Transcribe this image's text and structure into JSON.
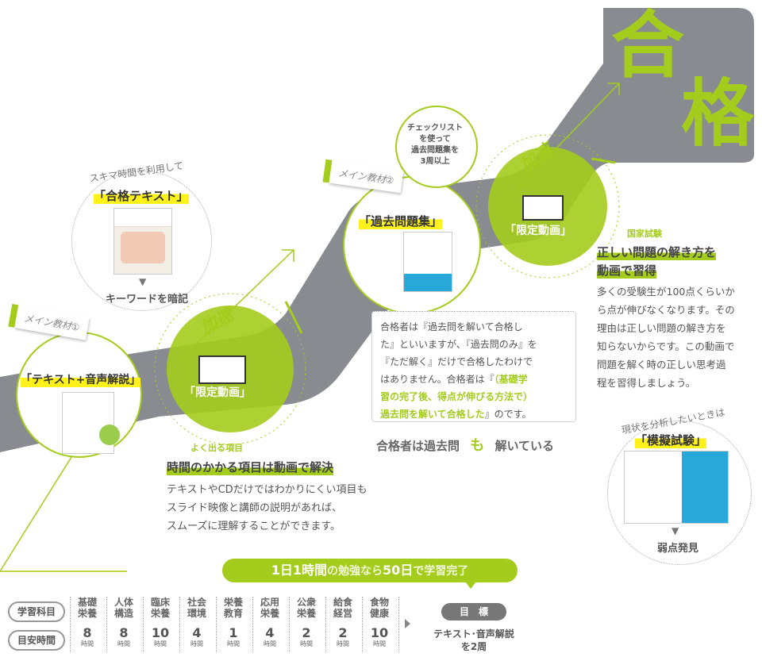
{
  "goal": {
    "kanji_1": "合",
    "kanji_2": "格"
  },
  "step1": {
    "tag": "メイン教材①",
    "label": "「テキスト+音声解説」"
  },
  "step2": {
    "top_text": "スキマ時間を利用して",
    "label": "「合格テキスト」",
    "arrow": "▼",
    "caption": "キーワードを暗記"
  },
  "step3": {
    "tag": "メイン教材②",
    "label": "「過去問題集」",
    "bubble": [
      "チェックリスト",
      "を使って",
      "過去問題集を",
      "3周以上"
    ]
  },
  "accel_1": {
    "text": "加速",
    "video_label": "「限定動画」"
  },
  "accel_2": {
    "text": "加速",
    "video_label": "「限定動画」"
  },
  "frequent": {
    "kicker": "よく出る項目",
    "headline": "時間のかかる項目は動画で解決",
    "body": [
      "テキストやCDだけではわかりにくい項目も",
      "スライド映像と講師の説明があれば、",
      "スムーズに理解することができます。"
    ]
  },
  "pastq_box": {
    "lines": [
      "合格者は『過去問を解いて合格し",
      "た』といいますが、『過去問のみ』を",
      "『ただ解く』だけで合格したわけで",
      "はありません。合格者は『"
    ],
    "green_1": "（基礎学",
    "green_2": "習の完了後、得点が伸びる方法で）",
    "green_3": "過去問を解いて合格した",
    "tail": "』のです。",
    "caption_a": "合格者は過去問",
    "caption_b": "も",
    "caption_c": "解いている"
  },
  "national": {
    "kicker": "国家試験",
    "headline_1": "正しい問題の解き方を",
    "headline_2": "動画で習得",
    "body": [
      "多くの受験生が100点くらいか",
      "ら点が伸びなくなります。その",
      "理由は正しい問題の解き方を",
      "知らないからです。この動画で",
      "問題を解く時の正しい思考過",
      "程を習得しましょう。"
    ]
  },
  "mock": {
    "top_text": "現状を分析したいときは",
    "label": "「模擬試験」",
    "arrow": "▼",
    "caption": "弱点発見"
  },
  "banner": {
    "part1": "1日1時間",
    "part2": "の勉強なら",
    "part3": "50日",
    "part4": "で学習完了"
  },
  "schedule": {
    "subjects_label": "学習科目",
    "hours_label": "目安時間",
    "unit": "時間",
    "subjects": [
      {
        "l1": "基礎",
        "l2": "栄養",
        "hours": "8"
      },
      {
        "l1": "人体",
        "l2": "構造",
        "hours": "8"
      },
      {
        "l1": "臨床",
        "l2": "栄養",
        "hours": "10"
      },
      {
        "l1": "社会",
        "l2": "環境",
        "hours": "4"
      },
      {
        "l1": "栄養",
        "l2": "教育",
        "hours": "1"
      },
      {
        "l1": "応用",
        "l2": "栄養",
        "hours": "4"
      },
      {
        "l1": "公衆",
        "l2": "栄養",
        "hours": "2"
      },
      {
        "l1": "給食",
        "l2": "経営",
        "hours": "2"
      },
      {
        "l1": "食物",
        "l2": "健康",
        "hours": "10"
      }
    ],
    "goal_label": "目　標",
    "goal_text_1": "テキスト･音声解説",
    "goal_text_2": "を2周"
  },
  "colors": {
    "road": "#888b8f",
    "accent": "#a4cc1c",
    "highlight": "#fff21a"
  }
}
